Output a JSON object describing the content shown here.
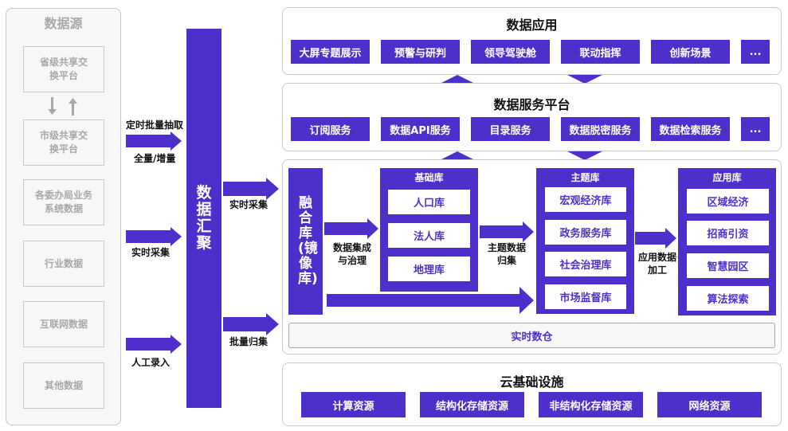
{
  "sources": {
    "title": "数据源",
    "items": [
      "省级共享交换平台",
      "市级共享交换平台",
      "各委办局业务系统数据",
      "行业数据",
      "互联网数据",
      "其他数据"
    ]
  },
  "collect_labels": {
    "timed": "定时批量抽取",
    "full": "全量/增量",
    "realtime": "实时采集",
    "manual": "人工录入"
  },
  "aggregation": {
    "text": "数据汇聚"
  },
  "flow_labels": {
    "realtime": "实时采集",
    "batch": "批量归集",
    "integrate": "数据集成与治理",
    "topic": "主题数据归集",
    "app": "应用数据加工"
  },
  "application": {
    "title": "数据应用",
    "items": [
      "大屏专题展示",
      "预警与研判",
      "领导驾驶舱",
      "联动指挥",
      "创新场景",
      "..."
    ]
  },
  "service": {
    "title": "数据服务平台",
    "items": [
      "订阅服务",
      "数据API服务",
      "目录服务",
      "数据脱密服务",
      "数据检索服务",
      "..."
    ]
  },
  "fusion": {
    "text": "融合库(镜像库)"
  },
  "base_lib": {
    "title": "基础库",
    "items": [
      "人口库",
      "法人库",
      "地理库"
    ]
  },
  "topic_lib": {
    "title": "主题库",
    "items": [
      "宏观经济库",
      "政务服务库",
      "社会治理库",
      "市场监督库"
    ]
  },
  "app_lib": {
    "title": "应用库",
    "items": [
      "区域经济",
      "招商引资",
      "智慧园区",
      "算法探索"
    ]
  },
  "warehouse": {
    "label": "实时数仓"
  },
  "cloud": {
    "title": "云基础设施",
    "items": [
      "计算资源",
      "结构化存储资源",
      "非结构化存储资源",
      "网络资源"
    ]
  },
  "colors": {
    "primary": "#4f2fcc",
    "border": "#c8c8c8",
    "source_text": "#a8a8a8"
  }
}
